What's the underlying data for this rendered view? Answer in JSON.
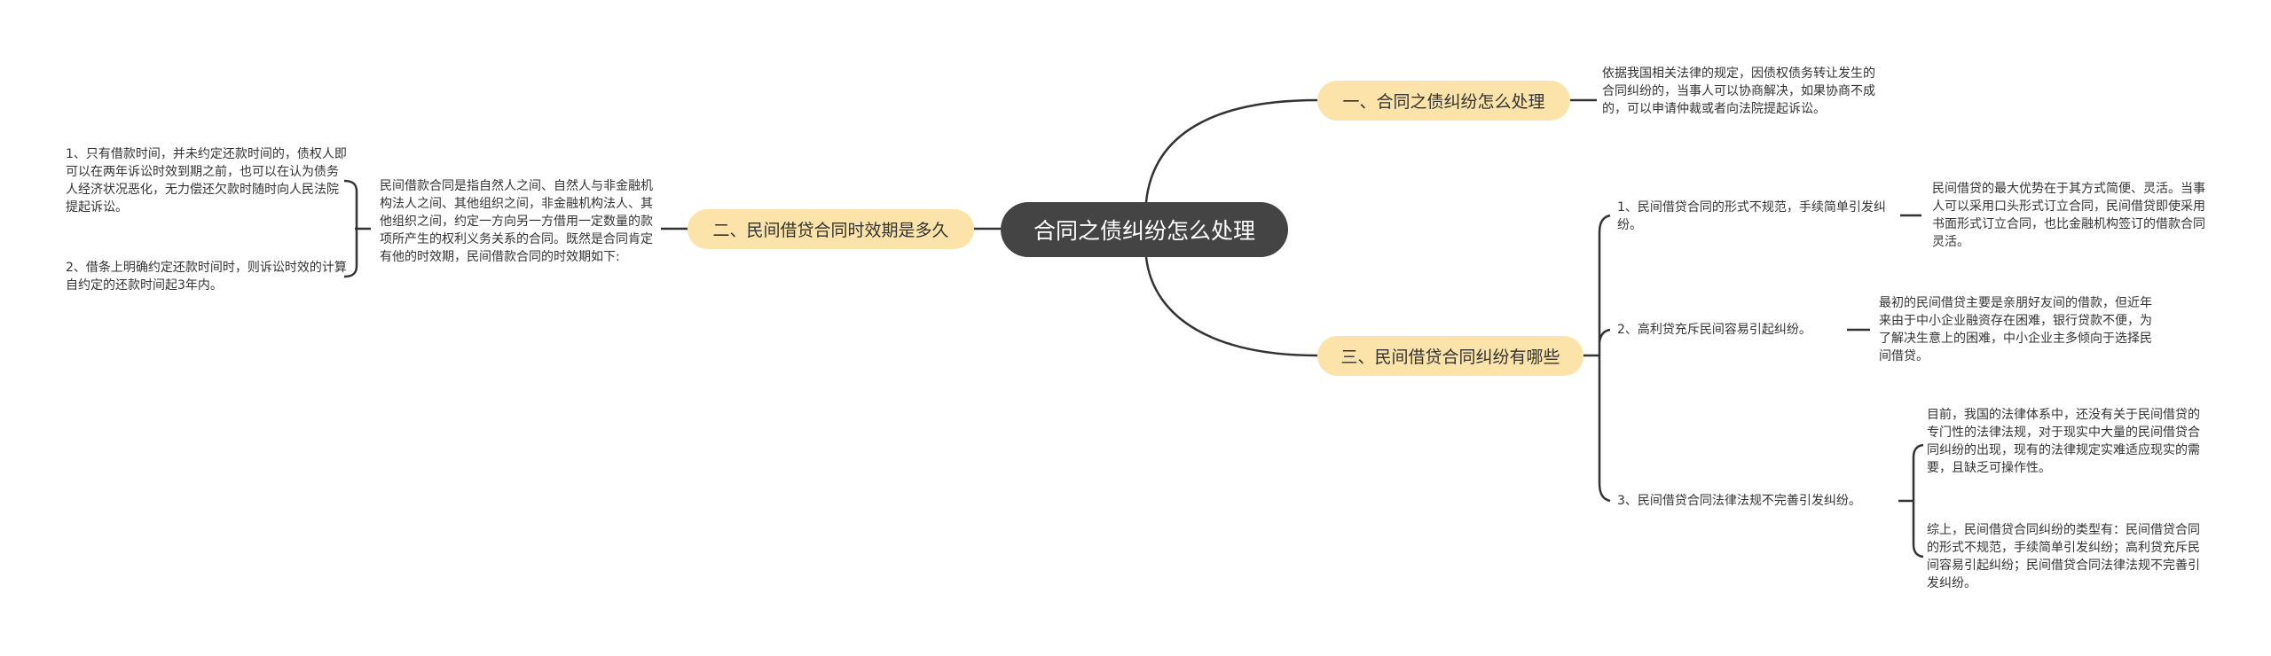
{
  "mindmap": {
    "root": {
      "label": "合同之债纠纷怎么处理"
    },
    "branches": [
      {
        "label": "一、合同之债纠纷怎么处理",
        "note": "依据我国相关法律的规定，因债权债务转让发生的合同纠纷的，当事人可以协商解决，如果协商不成的，可以申请仲裁或者向法院提起诉讼。"
      },
      {
        "label": "二、民间借贷合同时效期是多久",
        "note": "民间借款合同是指自然人之间、自然人与非金融机构法人之间、其他组织之间，非金融机构法人、其他组织之间，约定一方向另一方借用一定数量的款项所产生的权利义务关系的合同。既然是合同肯定有他的时效期，民间借款合同的时效期如下:",
        "children": [
          {
            "label": "1、只有借款时间，并未约定还款时间的，债权人即可以在两年诉讼时效到期之前，也可以在认为债务人经济状况恶化，无力偿还欠款时随时向人民法院提起诉讼。"
          },
          {
            "label": "2、借条上明确约定还款时间时，则诉讼时效的计算自约定的还款时间起3年内。"
          }
        ]
      },
      {
        "label": "三、民间借贷合同纠纷有哪些",
        "children": [
          {
            "label": "1、民间借贷合同的形式不规范，手续简单引发纠纷。",
            "notes": [
              "民间借贷的最大优势在于其方式简便、灵活。当事人可以采用口头形式订立合同，民间借贷即使采用书面形式订立合同，也比金融机构签订的借款合同灵活。"
            ]
          },
          {
            "label": "2、高利贷充斥民间容易引起纠纷。",
            "notes": [
              "最初的民间借贷主要是亲朋好友间的借款，但近年来由于中小企业融资存在困难，银行贷款不便，为了解决生意上的困难，中小企业主多倾向于选择民间借贷。"
            ]
          },
          {
            "label": "3、民间借贷合同法律法规不完善引发纠纷。",
            "notes": [
              "目前，我国的法律体系中，还没有关于民间借贷的专门性的法律法规，对于现实中大量的民间借贷合同纠纷的出现，现有的法律规定实难适应现实的需要，且缺乏可操作性。",
              "综上，民间借贷合同纠纷的类型有：民间借贷合同的形式不规范，手续简单引发纠纷；高利贷充斥民间容易引起纠纷；民间借贷合同法律法规不完善引发纠纷。"
            ]
          }
        ]
      }
    ]
  },
  "colors": {
    "root_bg": "#444444",
    "root_text": "#ffffff",
    "branch_bg": "#fbe3aa",
    "line": "#333333",
    "text": "#333333"
  }
}
